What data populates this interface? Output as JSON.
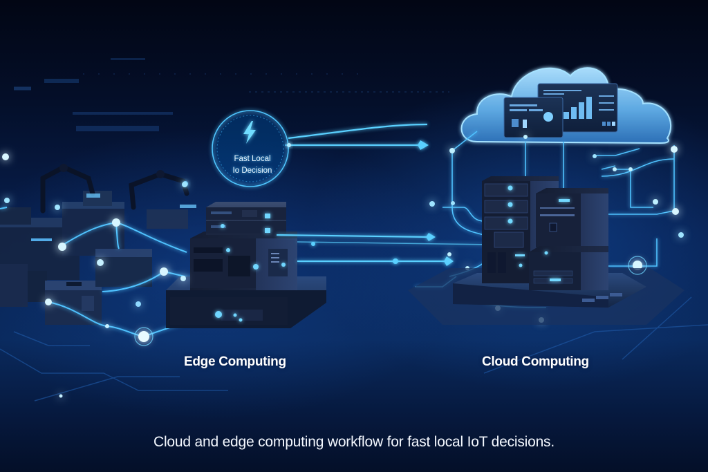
{
  "illustration": {
    "badge": {
      "icon": "lightning-bolt-icon",
      "line1": "Fast Local",
      "line2": "Io Decision"
    },
    "edge_label": "Edge Computing",
    "cloud_label": "Cloud Computing"
  },
  "caption": {
    "text": "Cloud and edge computing workflow for fast local IoT decisions."
  },
  "colors": {
    "background_dark": "#030a1c",
    "background_mid": "#0a2a5e",
    "glow_cyan": "#5cd2ff",
    "node_white": "#e6f8ff",
    "server_dark": "#111a2e",
    "cloud_blue": "#6fb8ec"
  }
}
